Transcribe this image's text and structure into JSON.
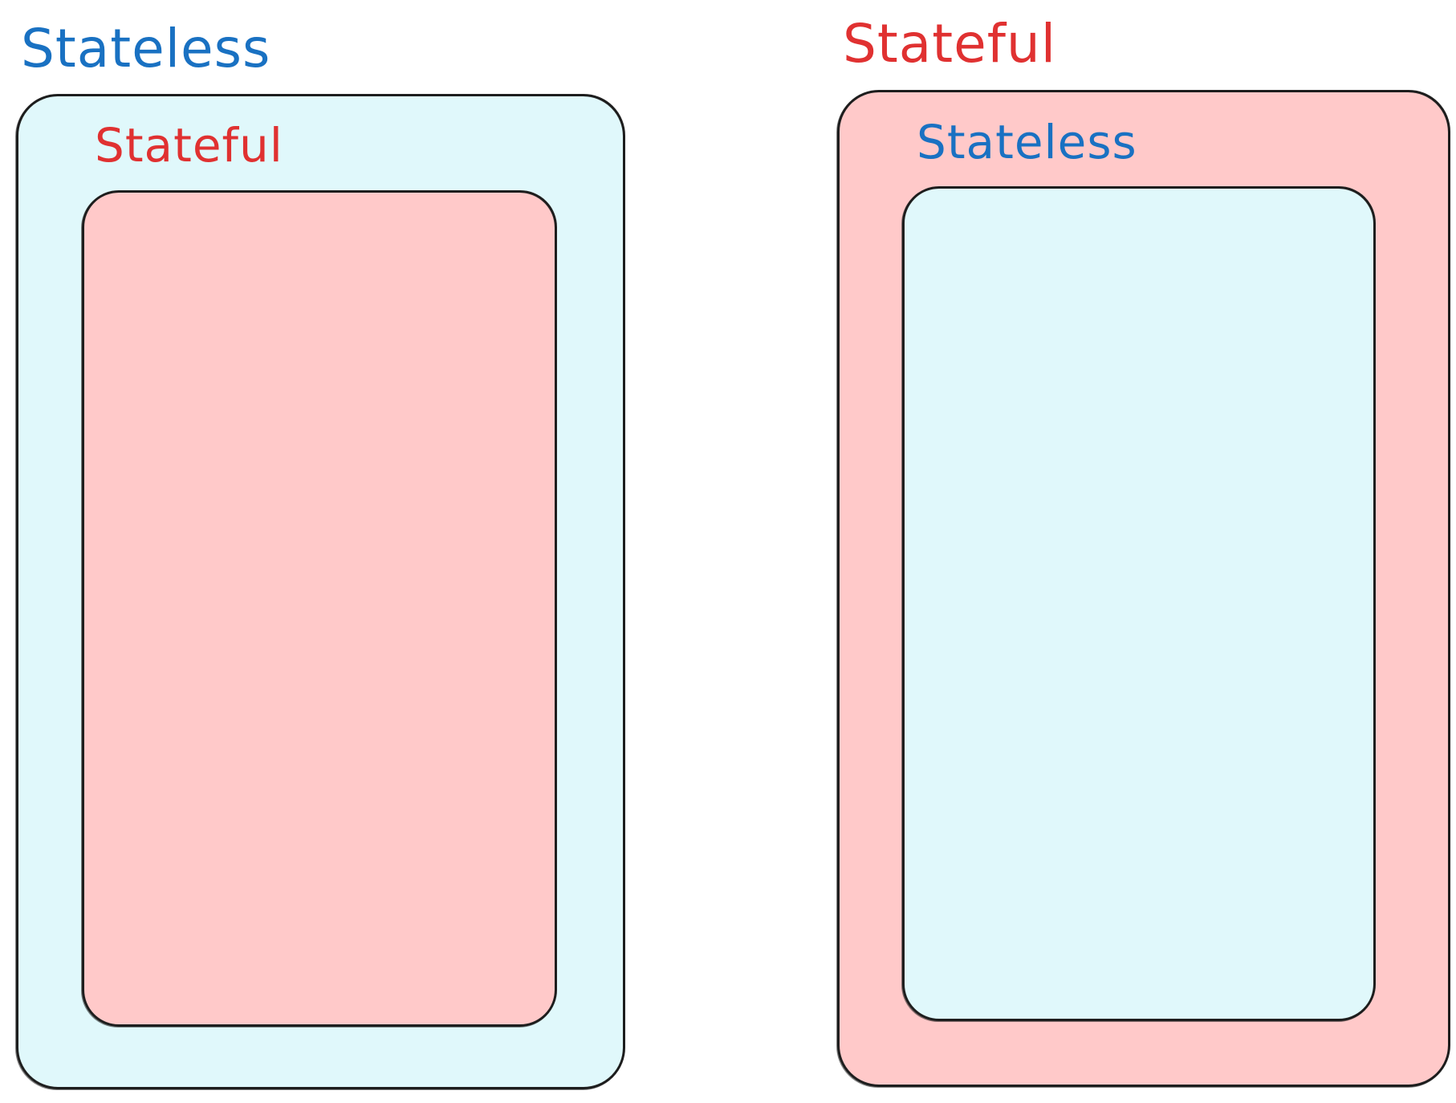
{
  "left_diagram": {
    "outer_label": "Stateless",
    "inner_label": "Stateful"
  },
  "right_diagram": {
    "outer_label": "Stateful",
    "inner_label": "Stateless"
  },
  "colors": {
    "stateless_text": "#1971c2",
    "stateful_text": "#e03131",
    "stateless_fill": "#e0f8fb",
    "stateful_fill": "#ffc9c9",
    "stroke": "#1e1e1e"
  }
}
